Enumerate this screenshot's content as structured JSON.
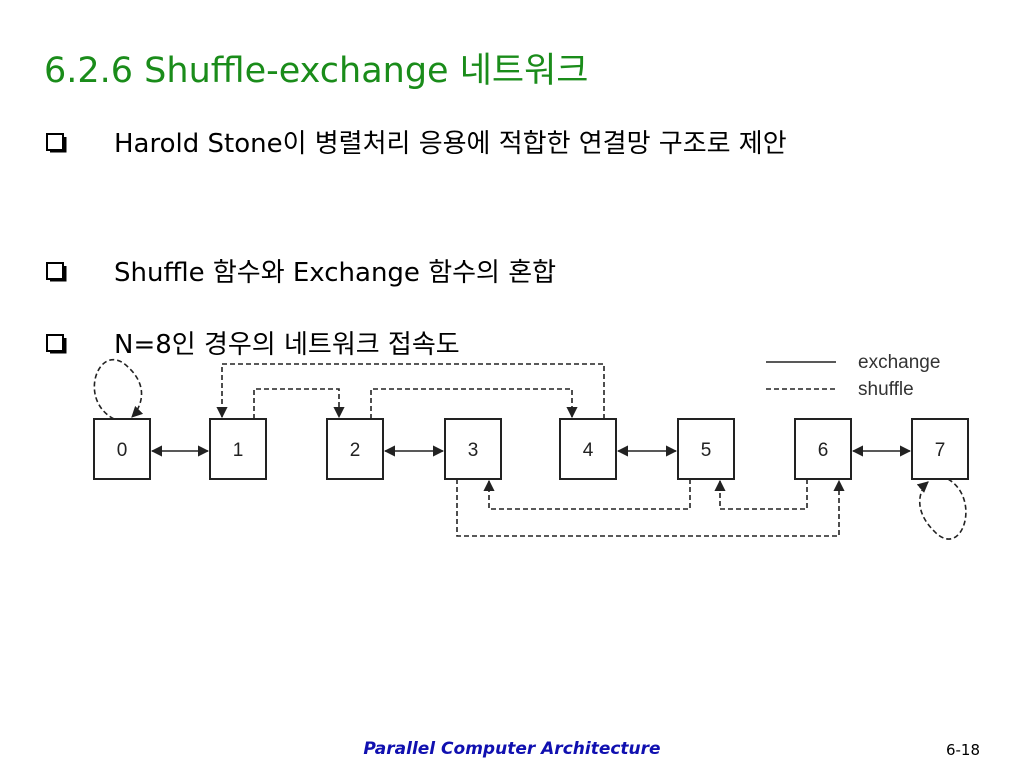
{
  "slide": {
    "title": "6.2.6 Shuffle-exchange 네트워크",
    "bullets": [
      "Harold Stone이 병렬처리 응용에 적합한 연결망 구조로 제안",
      "Shuffle 함수와 Exchange 함수의 혼합",
      "N=8인 경우의 네트워크 접속도"
    ]
  },
  "diagram": {
    "nodes": [
      "0",
      "1",
      "2",
      "3",
      "4",
      "5",
      "6",
      "7"
    ],
    "legend": {
      "exchange": "exchange",
      "shuffle": "shuffle"
    },
    "exchange_pairs": [
      [
        0,
        1
      ],
      [
        2,
        3
      ],
      [
        4,
        5
      ],
      [
        6,
        7
      ]
    ],
    "shuffle_links": [
      [
        0,
        0
      ],
      [
        1,
        2
      ],
      [
        2,
        4
      ],
      [
        3,
        6
      ],
      [
        4,
        1
      ],
      [
        5,
        3
      ],
      [
        6,
        5
      ],
      [
        7,
        7
      ]
    ]
  },
  "footer": {
    "title": "Parallel Computer Architecture",
    "page": "6-18"
  }
}
